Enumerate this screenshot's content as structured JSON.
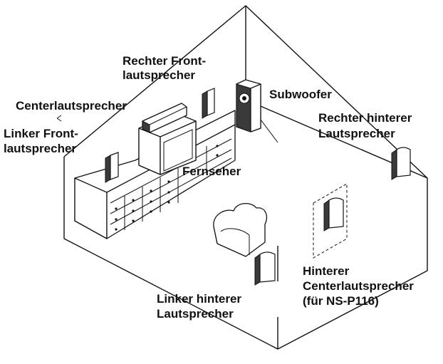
{
  "labels": {
    "right_front": [
      "Rechter Front-",
      "lautsprecher"
    ],
    "center": "Centerlautsprecher",
    "left_front": [
      "Linker Front-",
      "lautsprecher"
    ],
    "subwoofer": "Subwoofer",
    "right_rear": [
      "Rechter hinterer",
      "Lautsprecher"
    ],
    "tv": "Fernseher",
    "left_rear": [
      "Linker hinterer",
      "Lautsprecher"
    ],
    "rear_center": [
      "Hinterer",
      "Centerlautsprecher",
      "(für NS-P116)"
    ]
  }
}
